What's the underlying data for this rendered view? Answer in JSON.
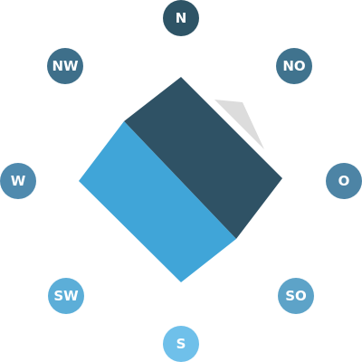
{
  "view_cube": {
    "top_face_color": "#2f5265",
    "front_face_color": "#40a5d8",
    "shadow_color": "#dcdcdc"
  },
  "directions": [
    {
      "key": "n",
      "label": "N",
      "color": "#2e5466"
    },
    {
      "key": "no",
      "label": "NO",
      "color": "#40738e"
    },
    {
      "key": "o",
      "label": "O",
      "color": "#4d84a5"
    },
    {
      "key": "so",
      "label": "SO",
      "color": "#5da3c8"
    },
    {
      "key": "s",
      "label": "S",
      "color": "#6fc0ea"
    },
    {
      "key": "sw",
      "label": "SW",
      "color": "#5caed8"
    },
    {
      "key": "w",
      "label": "W",
      "color": "#4f8aae"
    },
    {
      "key": "nw",
      "label": "NW",
      "color": "#3e6f8a"
    }
  ]
}
